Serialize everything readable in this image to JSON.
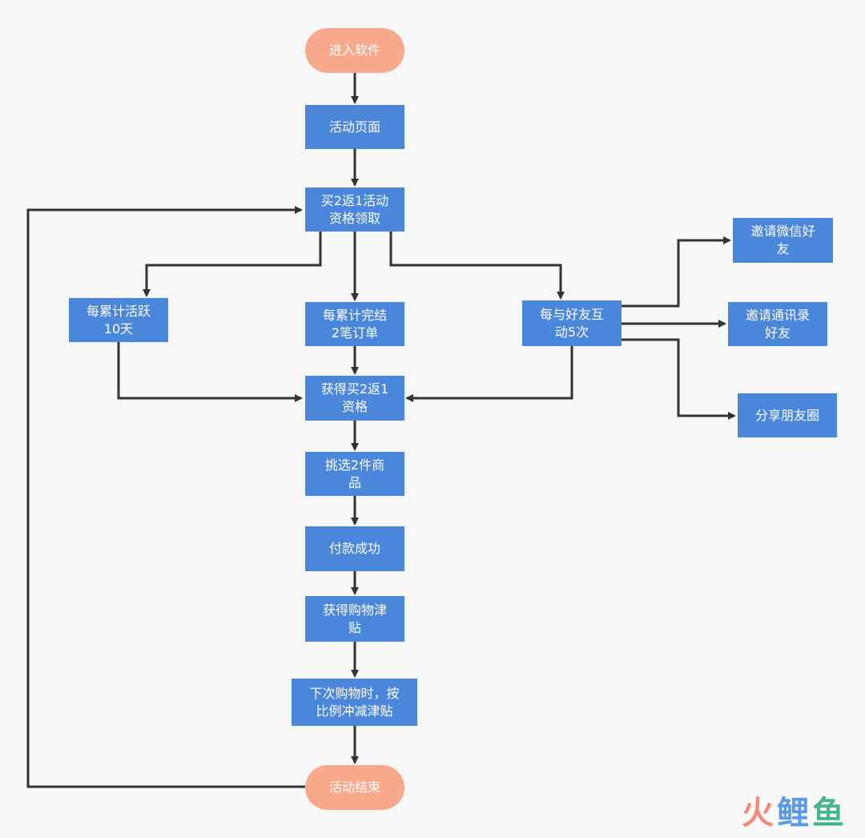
{
  "nodes": {
    "start": "进入软件",
    "activity_page": "活动页面",
    "qualify": "买2返1活动\n资格领取",
    "active_10": "每累计活跃\n10天",
    "orders_2": "每累计完结\n2笔订单",
    "friends_5": "每与好友互\n动5次",
    "invite_wechat": "邀请微信好\n友",
    "invite_contacts": "邀请通讯录\n好友",
    "share_moments": "分享朋友圈",
    "get_qualification": "获得买2返1\n资格",
    "pick_2": "挑选2件商\n品",
    "pay_success": "付款成功",
    "get_subsidy": "获得购物津\n贴",
    "next_purchase": "下次购物时，按\n比例冲减津贴",
    "end": "活动结束"
  },
  "watermark": {
    "char1": "火",
    "char2": "鲤",
    "char3": "鱼"
  },
  "colors": {
    "process": "#4a86da",
    "terminal": "#f9a98b",
    "edge": "#333333",
    "background": "#f7f7f7"
  }
}
